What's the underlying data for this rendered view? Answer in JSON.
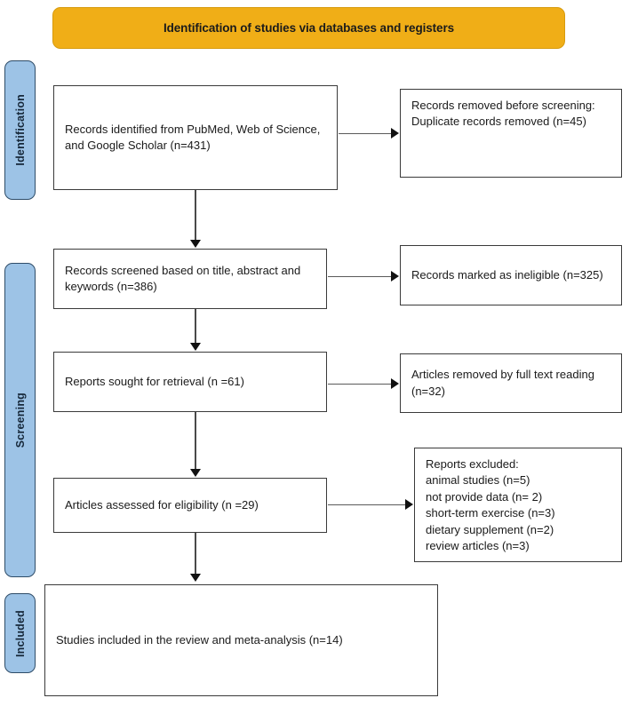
{
  "header": {
    "title": "Identification of studies via databases and registers",
    "background_color": "#F0AE17"
  },
  "stages": {
    "identification": "Identification",
    "screening": "Screening",
    "included": "Included",
    "bar_color": "#9DC3E6",
    "bar_border_color": "#2E4C68"
  },
  "boxes": {
    "identified": "Records identified from PubMed, Web of Science, and Google Scholar (n=431)",
    "removed": "Records removed before screening:\nDuplicate records removed (n=45)",
    "screened": "Records screened based on title, abstract and keywords (n=386)",
    "ineligible": "Records marked as ineligible (n=325)",
    "sought": "Reports sought for retrieval (n =61)",
    "fulltext_removed": "Articles removed by full text reading (n=32)",
    "assessed": "Articles assessed for eligibility (n =29)",
    "excluded": "Reports excluded:\nanimal studies (n=5)\nnot provide data (n= 2)\nshort-term exercise (n=3)\ndietary supplement (n=2)\nreview articles (n=3)",
    "included": "Studies included in the review and meta-analysis (n=14)"
  },
  "counts": {
    "records_identified": 431,
    "duplicates_removed": 45,
    "records_screened": 386,
    "records_ineligible": 325,
    "reports_sought": 61,
    "articles_removed_fulltext": 32,
    "articles_assessed": 29,
    "excluded_animal_studies": 5,
    "excluded_not_provide_data": 2,
    "excluded_short_term_exercise": 3,
    "excluded_dietary_supplement": 2,
    "excluded_review_articles": 3,
    "studies_included": 14
  }
}
